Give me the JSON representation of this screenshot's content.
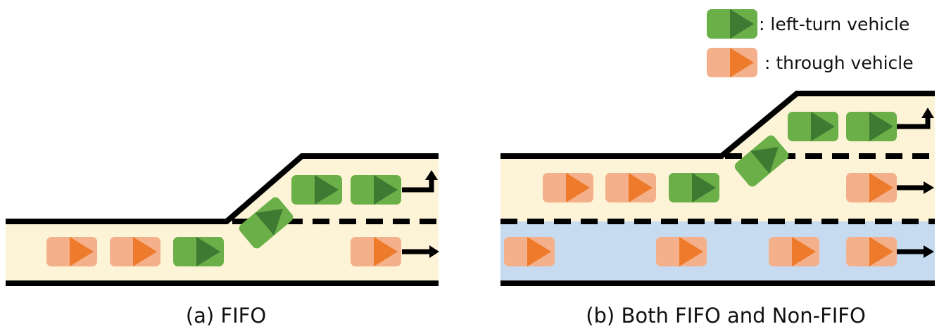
{
  "legend": {
    "left_turn_label": ": left-turn vehicle",
    "through_label": ": through vehicle"
  },
  "captions": {
    "a": "(a) FIFO",
    "b": "(b) Both FIFO and Non-FIFO"
  },
  "colors": {
    "road_fill": "#FDF3D6",
    "right_lane_fill": "#C7DBF0",
    "road_line": "#000000",
    "left_turn_body": "#6AAF48",
    "left_turn_arrow": "#3F7A32",
    "through_body": "#F4B08A",
    "through_arrow": "#EE7A2B"
  },
  "icons": {
    "left_turn_vehicle": "green-rounded-box-with-dark-triangle",
    "through_vehicle": "orange-rounded-box-with-orange-triangle",
    "straight_arrow": "right-arrow",
    "turn_arrow": "up-right-turn-arrow"
  }
}
